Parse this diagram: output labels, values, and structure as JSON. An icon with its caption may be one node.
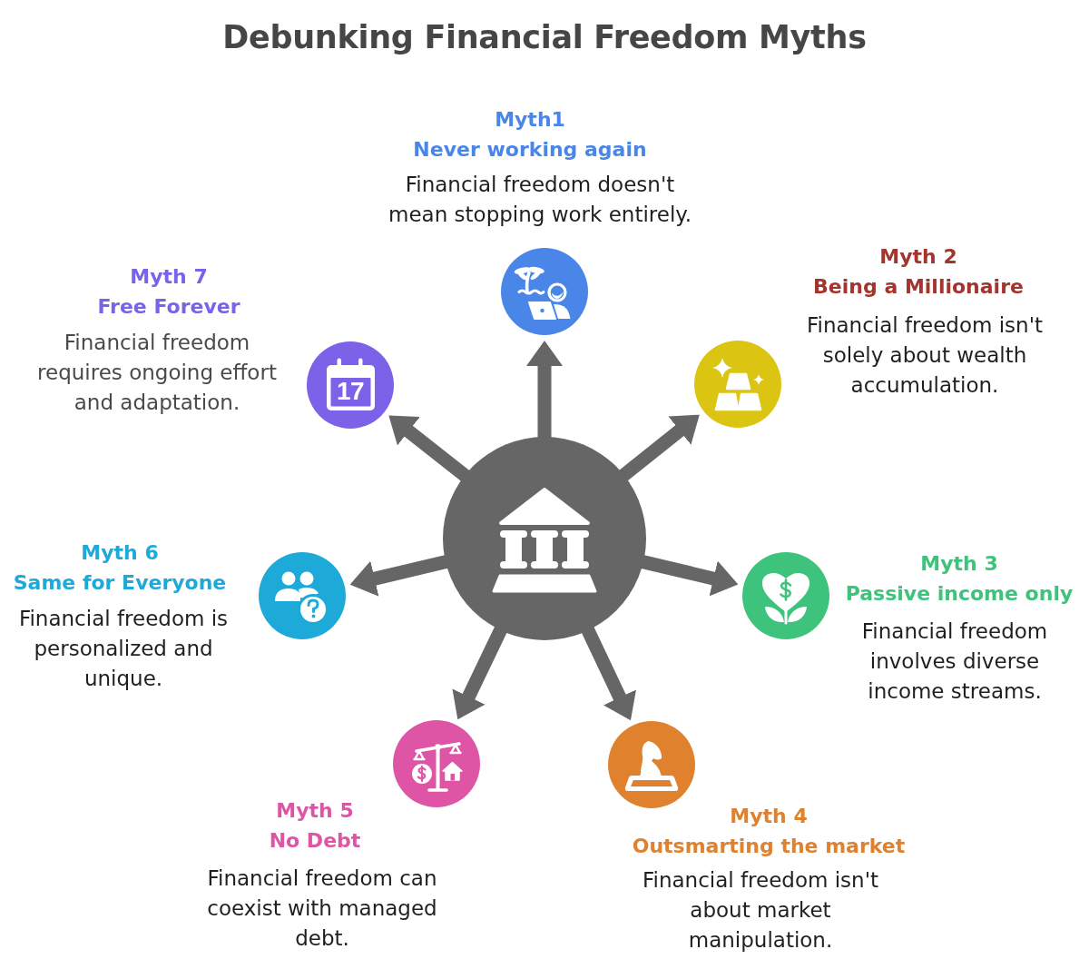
{
  "diagram": {
    "title": "Debunking Financial Freedom Myths",
    "nodes": [
      {
        "text": [],
        "shape": "circle"
      },
      {
        "text": [],
        "shape": "circle",
        "beside": [
          "Myth1",
          "Never working again",
          "Financial freedom doesn't mean stopping work entirely."
        ]
      },
      {
        "text": [],
        "shape": "circle",
        "beside": [
          "Myth 2",
          "Being a Millionaire",
          "Financial freedom isn't solely about wealth accumulation."
        ]
      },
      {
        "text": [],
        "shape": "circle",
        "beside": [
          "Myth 3",
          "Passive income only",
          "Financial freedom involves diverse income streams."
        ]
      },
      {
        "text": [],
        "shape": "circle",
        "beside": [
          "Myth 4",
          "Outsmarting the market",
          "Financial freedom isn't about market manipulation."
        ]
      },
      {
        "text": [],
        "shape": "circle",
        "beside": [
          "Myth 5",
          "No Debt",
          "Financial freedom can coexist with managed debt."
        ]
      },
      {
        "text": [],
        "shape": "circle",
        "beside": [
          "Myth 6",
          "Same for Everyone",
          "Financial freedom is personalized and unique."
        ]
      },
      {
        "text": [],
        "shape": "circle",
        "beside": [
          "Myth 7",
          "Free Forever",
          "Financial freedom requires ongoing effort and adaptation."
        ]
      }
    ],
    "edges": [
      {
        "from": 0,
        "to": 1,
        "arrow": "to"
      },
      {
        "from": 0,
        "to": 2,
        "arrow": "to"
      },
      {
        "from": 0,
        "to": 3,
        "arrow": "to"
      },
      {
        "from": 0,
        "to": 4,
        "arrow": "to"
      },
      {
        "from": 0,
        "to": 5,
        "arrow": "to"
      },
      {
        "from": 0,
        "to": 6,
        "arrow": "to"
      },
      {
        "from": 0,
        "to": 7,
        "arrow": "to"
      }
    ],
    "labels": [
      "17"
    ]
  }
}
